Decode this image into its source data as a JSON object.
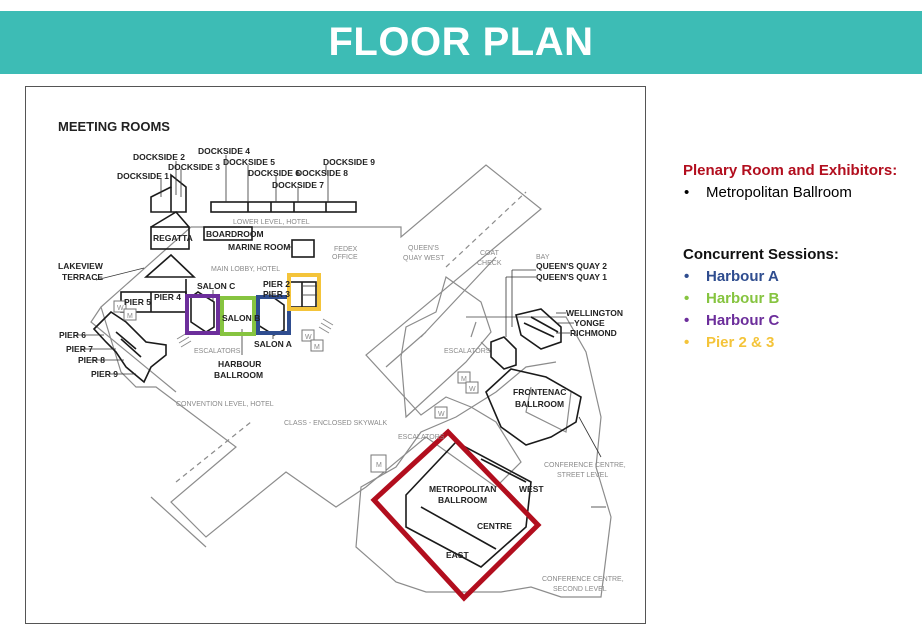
{
  "banner": {
    "title": "FLOOR PLAN"
  },
  "plan": {
    "heading": "MEETING ROOMS",
    "dark_labels": {
      "dockside1": "DOCKSIDE 1",
      "dockside2": "DOCKSIDE 2",
      "dockside3": "DOCKSIDE 3",
      "dockside4": "DOCKSIDE 4",
      "dockside5": "DOCKSIDE 5",
      "dockside6": "DOCKSIDE 6",
      "dockside7": "DOCKSIDE 7",
      "dockside8": "DOCKSIDE 8",
      "dockside9": "DOCKSIDE 9",
      "regatta": "REGATTA",
      "boardroom": "BOARDROOM",
      "marine": "MARINE ROOM",
      "lakeview1": "LAKEVIEW",
      "lakeview2": "TERRACE",
      "pier2": "PIER 2",
      "pier3": "PIER 3",
      "pier4": "PIER 4",
      "pier5": "PIER 5",
      "pier6": "PIER 6",
      "pier7": "PIER 7",
      "pier8": "PIER 8",
      "pier9": "PIER 9",
      "salonc": "SALON C",
      "salonb": "SALON B",
      "salona": "SALON A",
      "harbour1": "HARBOUR",
      "harbour2": "BALLROOM",
      "qq2": "QUEEN'S QUAY 2",
      "qq1": "QUEEN'S QUAY 1",
      "wellington": "WELLINGTON",
      "yonge": "YONGE",
      "richmond": "RICHMOND",
      "frontenac1": "FRONTENAC",
      "frontenac2": "BALLROOM",
      "metro1": "METROPOLITAN",
      "metro2": "BALLROOM",
      "west": "WEST",
      "centre": "CENTRE",
      "east": "EAST"
    },
    "grey_labels": {
      "lower": "LOWER LEVEL, HOTEL",
      "lobby": "MAIN LOBBY, HOTEL",
      "fedex1": "FEDEX",
      "fedex2": "OFFICE",
      "qqw1": "QUEEN'S",
      "qqw2": "QUAY WEST",
      "coat1": "COAT",
      "coat2": "CHECK",
      "bay": "BAY",
      "esc1": "ESCALATORS",
      "esc2": "ESCALATORS",
      "esc3": "ESCALATORS",
      "convention": "CONVENTION LEVEL, HOTEL",
      "skywalk": "CLASS - ENCLOSED SKYWALK",
      "ccstreet1": "CONFERENCE CENTRE,",
      "ccstreet2": "STREET LEVEL",
      "ccsecond1": "CONFERENCE CENTRE,",
      "ccsecond2": "SECOND LEVEL"
    },
    "map_icons": {
      "w1": "W",
      "m1": "M",
      "w2": "W",
      "m2": "M",
      "w3": "W",
      "m3": "M",
      "w4": "W",
      "m4": "M"
    }
  },
  "legend": {
    "plenary_heading": "Plenary Room and Exhibitors:",
    "plenary_items": [
      {
        "bullet": "•",
        "label": "Metropolitan Ballroom"
      }
    ],
    "concurrent_heading": "Concurrent Sessions:",
    "concurrent_items": [
      {
        "bullet": "•",
        "label": "Harbour A",
        "color": "#2f4d8f"
      },
      {
        "bullet": "•",
        "label": "Harbour B",
        "color": "#86c440"
      },
      {
        "bullet": "•",
        "label": "Harbour C",
        "color": "#6c2e9b"
      },
      {
        "bullet": "•",
        "label": "Pier 2 & 3",
        "color": "#f4c43a"
      }
    ]
  },
  "colors": {
    "banner": "#3dbcb5",
    "plenary": "#b20e1e",
    "harbour_a": "#2f4d8f",
    "harbour_b": "#86c440",
    "harbour_c": "#6c2e9b",
    "pier_2_3": "#f4c43a"
  }
}
